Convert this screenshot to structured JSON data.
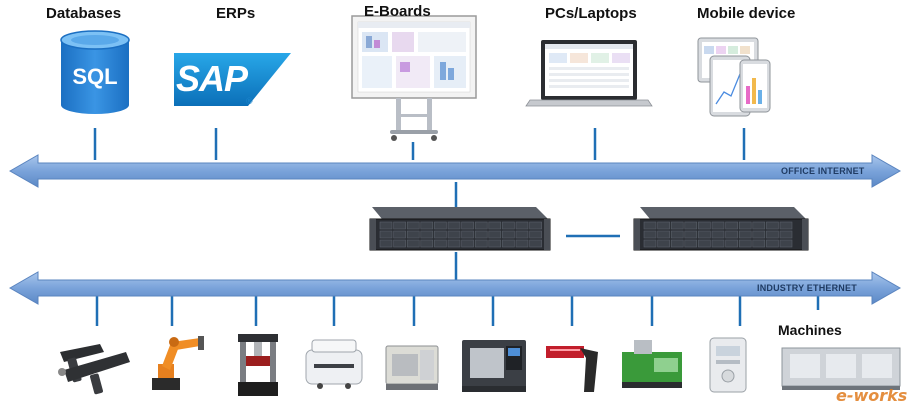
{
  "top_labels": {
    "databases": "Databases",
    "erps": "ERPs",
    "eboards": "E-Boards",
    "pcs": "PCs/Laptops",
    "mobile": "Mobile device"
  },
  "logos": {
    "sql": "SQL",
    "sap": "SAP",
    "sap_mark": "®"
  },
  "buses": {
    "office": "OFFICE INTERNET",
    "industry": "INDUSTRY ETHERNET"
  },
  "machines_label": "Machines",
  "watermark": "e-works",
  "colors": {
    "bus": "#6f9ad3",
    "line": "#1f6fb5",
    "sql": "#2a7fd0",
    "sap": "#1b86cd",
    "server": "#2a2d33"
  },
  "icons": [
    "database-icon",
    "sap-logo-icon",
    "eboard-icon",
    "laptop-icon",
    "mobile-device-icon",
    "server-icon",
    "power-tool-icon",
    "robot-arm-icon",
    "test-frame-icon",
    "agv-icon",
    "cnc-machine-icon",
    "machining-center-icon",
    "barcode-scanner-icon",
    "injection-molder-icon",
    "meter-icon",
    "assembly-line-icon"
  ]
}
